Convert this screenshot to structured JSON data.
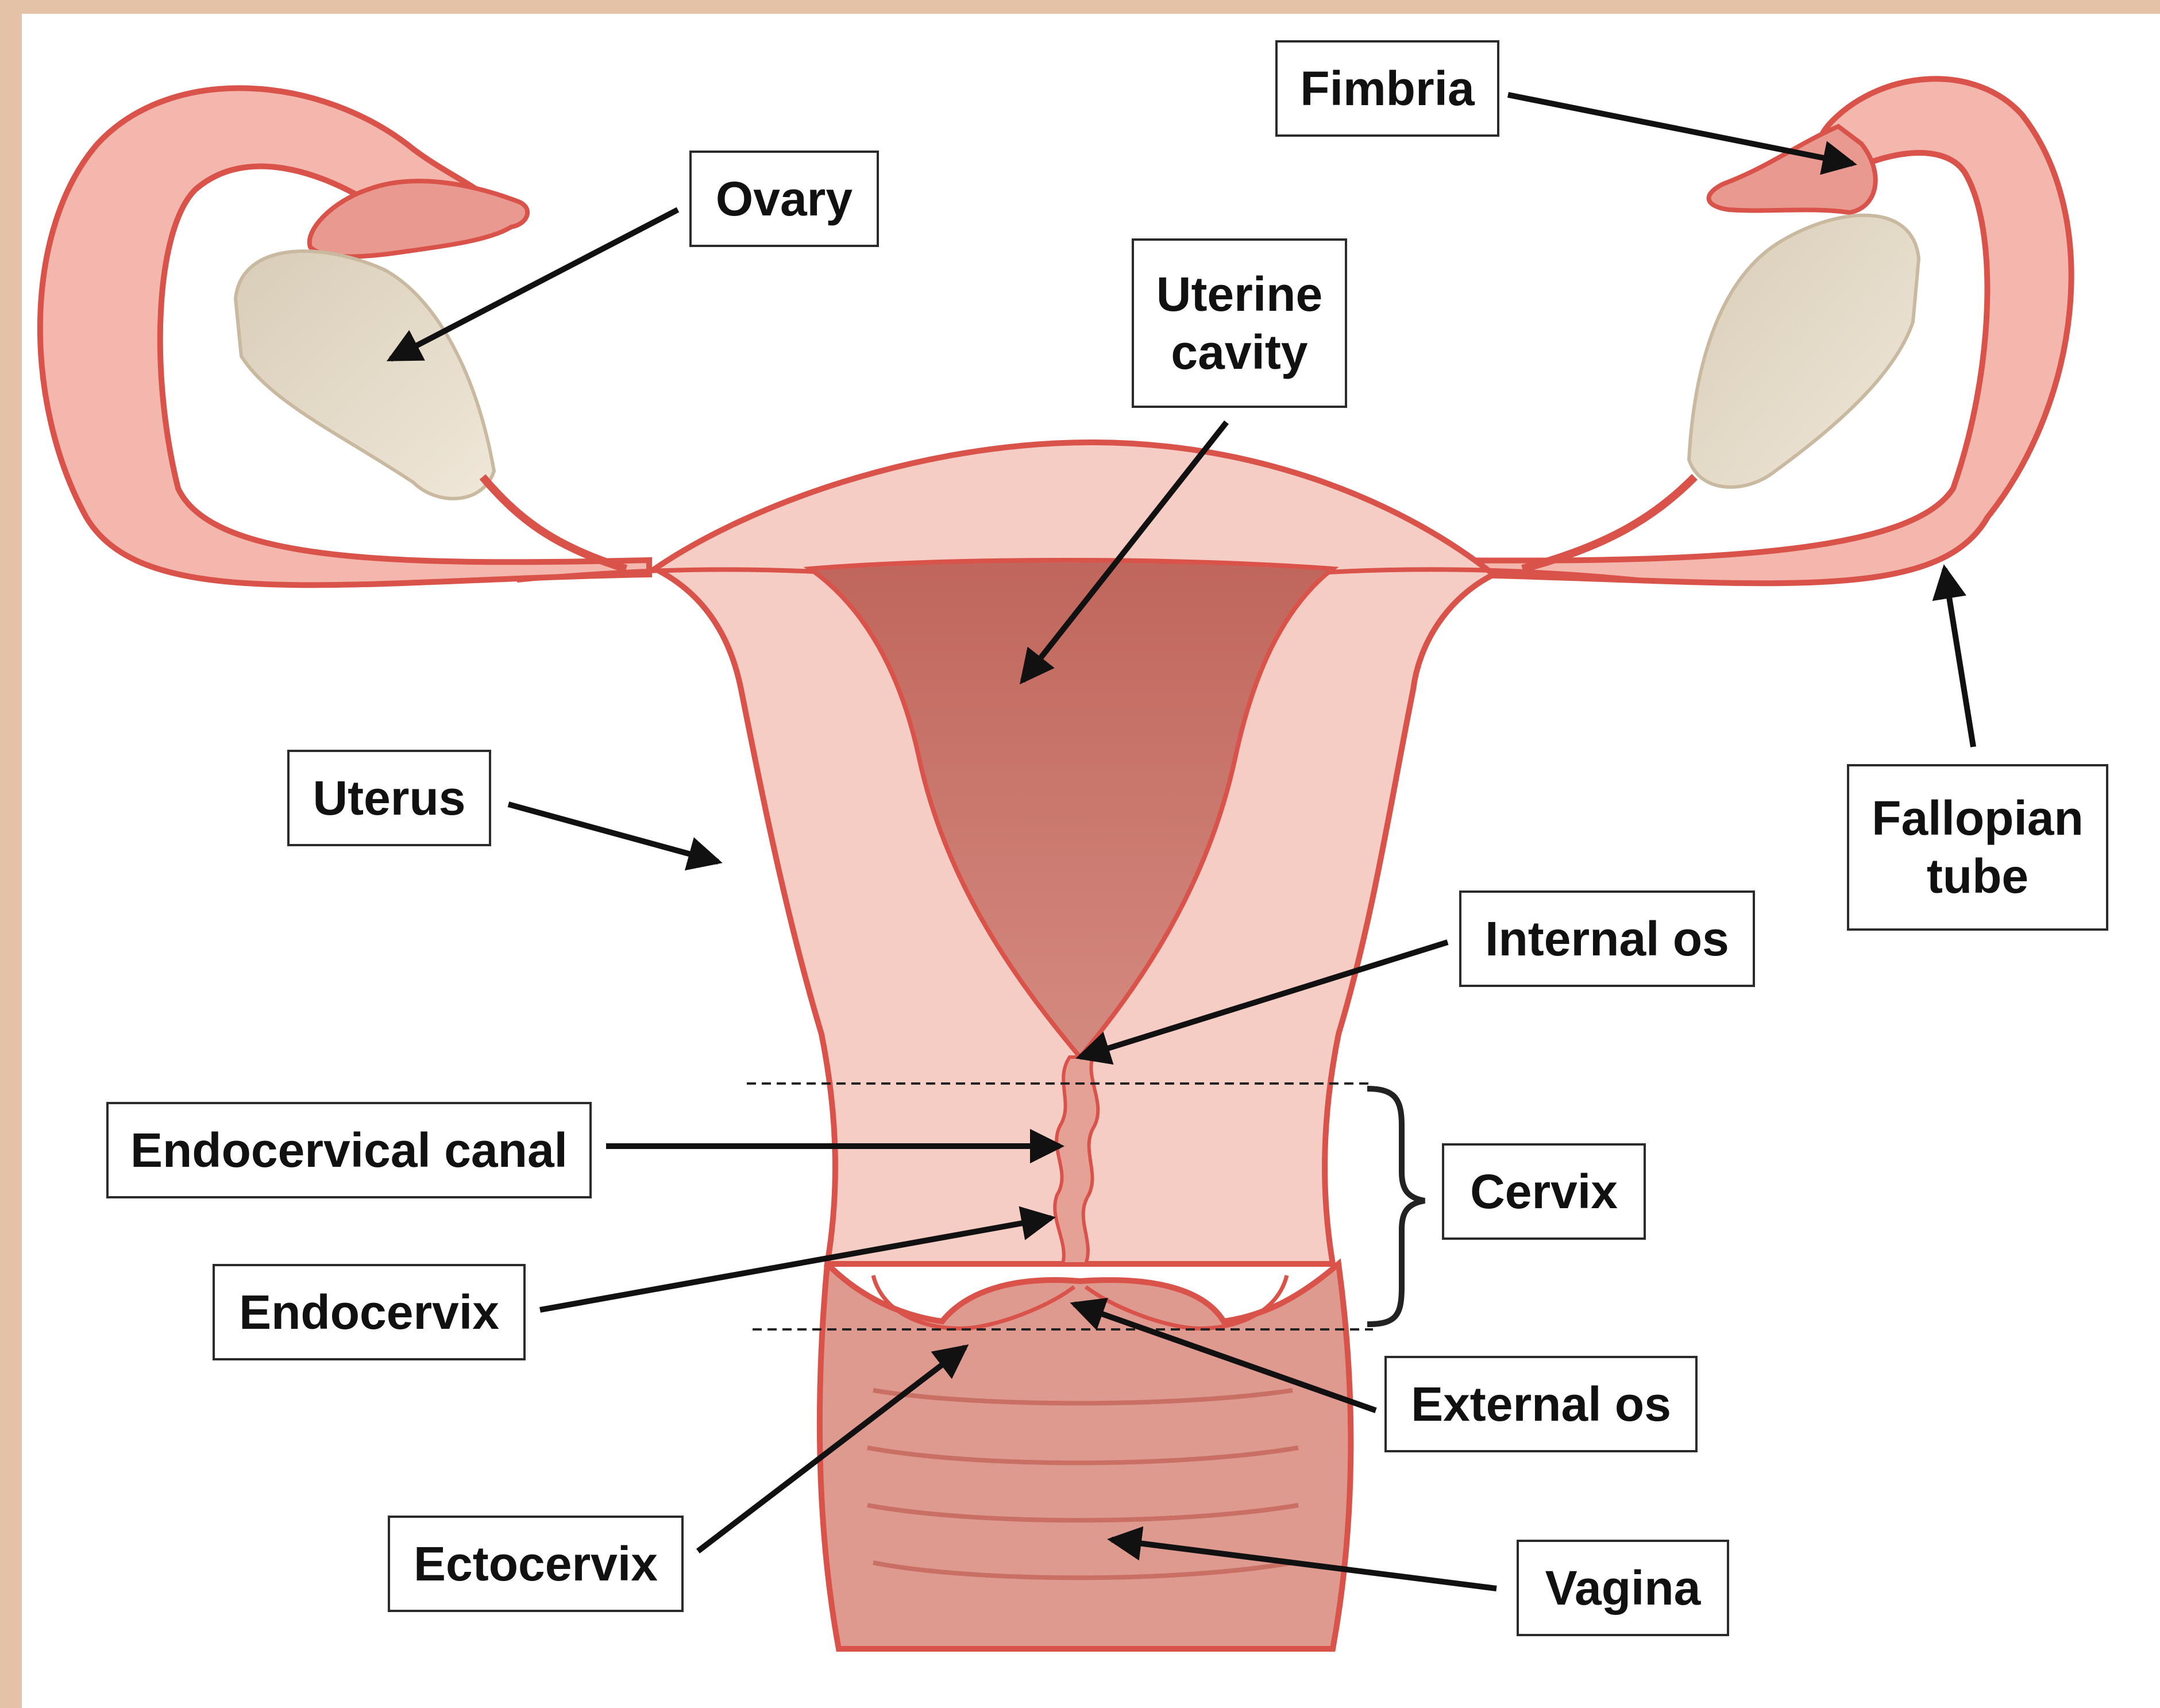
{
  "colors": {
    "border_frame": "#e4c2a8",
    "tissue_fill": "#f6cdc4",
    "tissue_outline": "#d9534a",
    "cavity_fill": "#c8766c",
    "ovary_fill": "#e6dccb",
    "vagina_fill": "#df9a90",
    "label_border": "#2b2b2b",
    "arrow": "#111111"
  },
  "labels": {
    "ovary": "Ovary",
    "fimbria": "Fimbria",
    "uterine_cavity": "Uterine\ncavity",
    "uterus": "Uterus",
    "fallopian_tube": "Fallopian\ntube",
    "internal_os": "Internal os",
    "endocervical_canal": "Endocervical canal",
    "cervix": "Cervix",
    "endocervix": "Endocervix",
    "external_os": "External os",
    "ectocervix": "Ectocervix",
    "vagina": "Vagina"
  }
}
